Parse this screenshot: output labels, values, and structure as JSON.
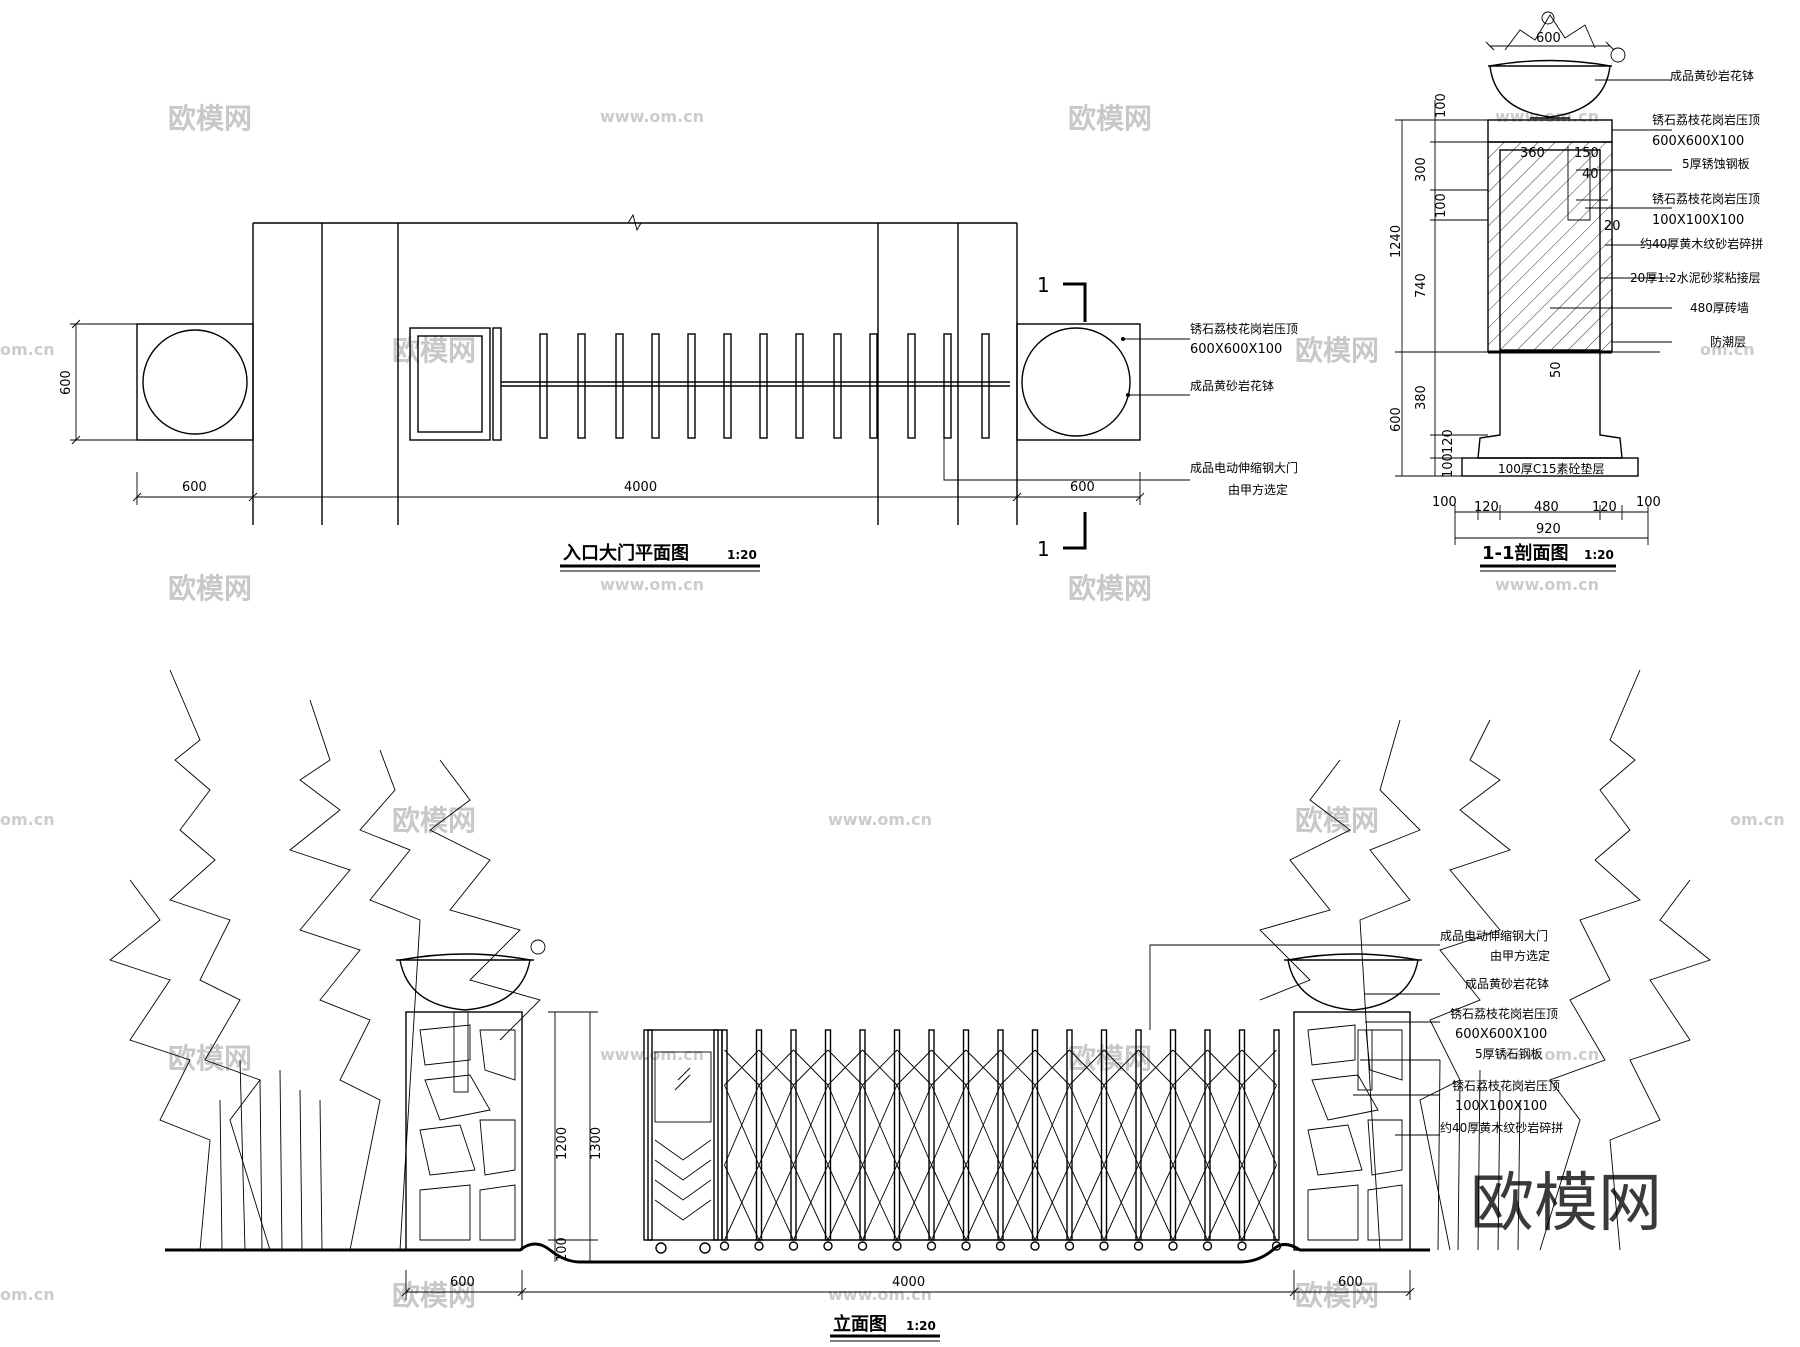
{
  "plan": {
    "title": "入口大门平面图",
    "scale": "1:20",
    "dims": {
      "left": "600",
      "center": "4000",
      "right": "600",
      "depth": "600"
    },
    "section_mark": "1",
    "notes": [
      "锈石荔枝花岗岩压顶",
      "600X600X100",
      "成品黄砂岩花钵",
      "成品电动伸缩钢大门",
      "由甲方选定"
    ]
  },
  "section": {
    "title": "1-1剖面图",
    "scale": "1:20",
    "top_dim": "600",
    "left_dims": [
      "100",
      "300",
      "100",
      "1240",
      "740",
      "380",
      "600",
      "120",
      "100"
    ],
    "inner_dims": [
      "360",
      "150",
      "40",
      "20",
      "50"
    ],
    "bottom_dims": [
      "100",
      "120",
      "480",
      "120",
      "100"
    ],
    "total_width": "920",
    "foundation_label": "100厚C15素砼垫层",
    "notes": [
      "成品黄砂岩花钵",
      "锈石荔枝花岗岩压顶",
      "600X600X100",
      "5厚锈蚀钢板",
      "锈石荔枝花岗岩压顶",
      "100X100X100",
      "约40厚黄木纹砂岩碎拼",
      "20厚1:2水泥砂浆粘接层",
      "480厚砖墙",
      "防潮层"
    ]
  },
  "elevation": {
    "title": "立面图",
    "scale": "1:20",
    "dims": {
      "left": "600",
      "center": "4000",
      "right": "600",
      "h1": "1200",
      "h2": "1300",
      "base": "100"
    },
    "notes": [
      "成品电动伸缩钢大门",
      "由甲方选定",
      "成品黄砂岩花钵",
      "锈石荔枝花岗岩压顶",
      "600X600X100",
      "5厚锈石钢板",
      "锈石荔枝花岗岩压顶",
      "100X100X100",
      "约40厚黄木纹砂岩碎拼"
    ]
  },
  "watermark": {
    "brand": "欧模网",
    "url": "www.om.cn",
    "url_partial": "om.cn"
  }
}
